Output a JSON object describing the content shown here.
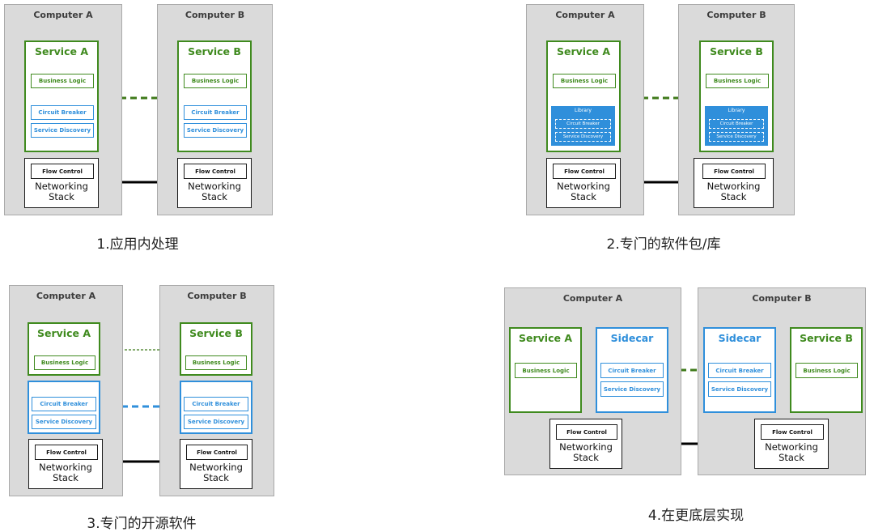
{
  "labels": {
    "computer_a": "Computer A",
    "computer_b": "Computer B",
    "service_a": "Service A",
    "service_b": "Service B",
    "sidecar": "Sidecar",
    "business_logic": "Business Logic",
    "circuit_breaker": "Circuit Breaker",
    "service_discovery": "Service Discovery",
    "library": "Library",
    "flow_control": "Flow Control",
    "networking_stack": "Networking\nStack"
  },
  "captions": {
    "d1": "1.应用内处理",
    "d2": "2.专门的软件包/库",
    "d3": "3.专门的开源软件",
    "d4": "4.在更底层实现"
  },
  "colors": {
    "service_green": "#3f8a1e",
    "sidecar_blue": "#2f8fdb",
    "computer_gray": "#dadada"
  }
}
